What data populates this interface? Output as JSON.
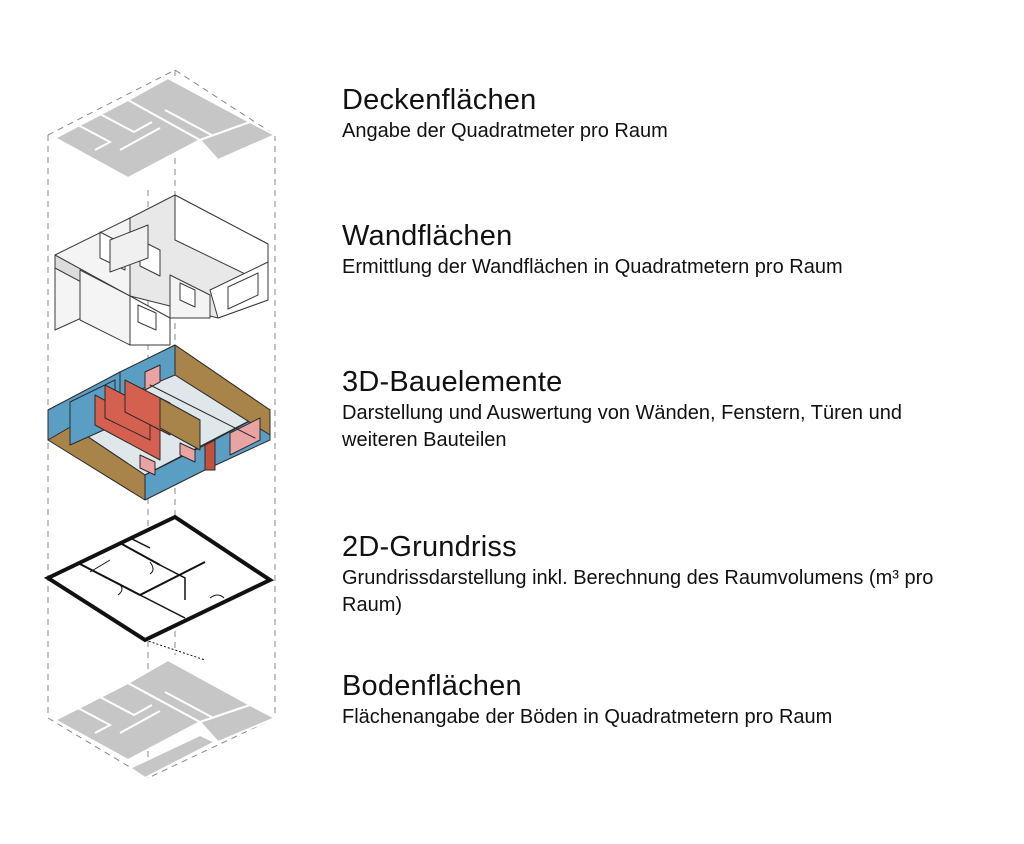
{
  "layers": [
    {
      "key": "decke",
      "title": "Deckenflächen",
      "description": "Angabe der Quadratmeter pro Raum"
    },
    {
      "key": "wand",
      "title": "Wandflächen",
      "description": "Ermittlung der Wandflächen in Quadratmetern pro Raum"
    },
    {
      "key": "bau",
      "title": "3D-Bauelemente",
      "description": "Darstellung und Auswertung von Wänden, Fenstern, Türen und weiteren Bauteilen"
    },
    {
      "key": "grund",
      "title": "2D-Grundriss",
      "description": "Grundrissdarstellung inkl. Berechnung des Raumvolumens (m³ pro Raum)"
    },
    {
      "key": "boden",
      "title": "Bodenflächen",
      "description": "Flächenangabe der Böden in Quadratmetern pro Raum"
    }
  ],
  "colors": {
    "slab_gray": "#c6c6c6",
    "wall_white": "#f4f4f4",
    "wall_outline": "#3a3a3a",
    "wall_blue": "#5b9ec4",
    "wall_wood": "#a8844a",
    "wall_red": "#d5604f",
    "window_pink": "#e9a3a3",
    "guide_dash": "#888888"
  },
  "icons": [
    "exploded-isometric-floor-plan"
  ]
}
